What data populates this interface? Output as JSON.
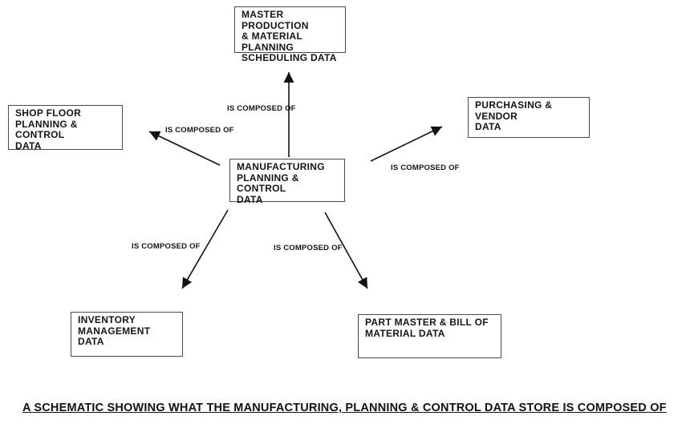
{
  "diagram": {
    "caption": "A SCHEMATIC SHOWING WHAT THE MANUFACTURING, PLANNING & CONTROL DATA STORE IS COMPOSED OF",
    "nodes": {
      "center": {
        "label": "MANUFACTURING\nPLANNING & CONTROL\nDATA"
      },
      "top": {
        "label": "MASTER PRODUCTION\n& MATERIAL\nPLANNING\nSCHEDULING DATA"
      },
      "left": {
        "label": "SHOP FLOOR\nPLANNING & CONTROL\nDATA"
      },
      "right": {
        "label": "PURCHASING & VENDOR\nDATA"
      },
      "bottom_left": {
        "label": "INVENTORY\nMANAGEMENT DATA"
      },
      "bottom_right": {
        "label": "PART MASTER & BILL OF\nMATERIAL DATA"
      }
    },
    "edges": {
      "top": {
        "label": "IS COMPOSED OF"
      },
      "left": {
        "label": "IS COMPOSED OF"
      },
      "right": {
        "label": "IS COMPOSED OF"
      },
      "bottom_left": {
        "label": "IS COMPOSED OF"
      },
      "bottom_right": {
        "label": "IS COMPOSED OF"
      }
    },
    "colors": {
      "ink": "#151515",
      "background": "#ffffff",
      "box_border": "#4a4a4a"
    }
  }
}
